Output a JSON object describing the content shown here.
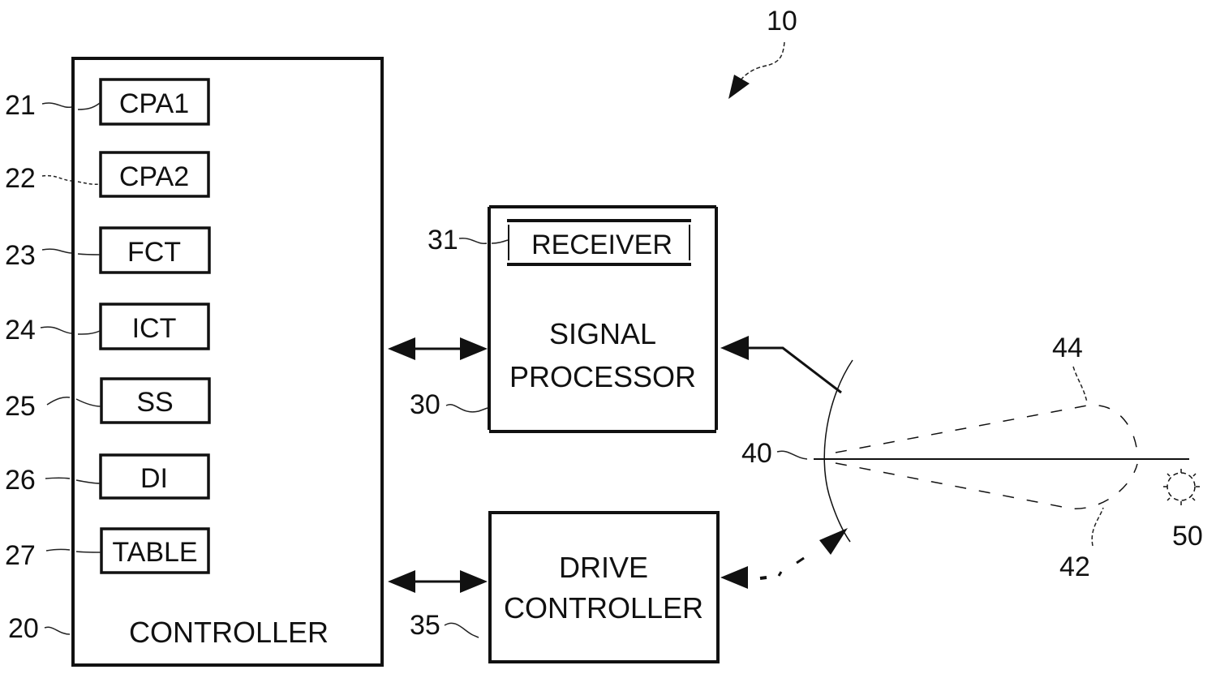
{
  "figure": {
    "ref": "10",
    "controller": {
      "ref": "20",
      "label": "CONTROLLER",
      "modules": [
        {
          "ref": "21",
          "label": "CPA1"
        },
        {
          "ref": "22",
          "label": "CPA2"
        },
        {
          "ref": "23",
          "label": "FCT"
        },
        {
          "ref": "24",
          "label": "ICT"
        },
        {
          "ref": "25",
          "label": "SS"
        },
        {
          "ref": "26",
          "label": "DI"
        },
        {
          "ref": "27",
          "label": "TABLE"
        }
      ]
    },
    "signal_processor": {
      "ref": "30",
      "label_line1": "SIGNAL",
      "label_line2": "PROCESSOR",
      "receiver": {
        "ref": "31",
        "label": "RECEIVER"
      }
    },
    "drive_controller": {
      "ref": "35",
      "label_line1": "DRIVE",
      "label_line2": "CONTROLLER"
    },
    "antenna": {
      "ref": "40"
    },
    "beam_lower": {
      "ref": "42"
    },
    "beam_upper": {
      "ref": "44"
    },
    "target": {
      "ref": "50"
    }
  }
}
